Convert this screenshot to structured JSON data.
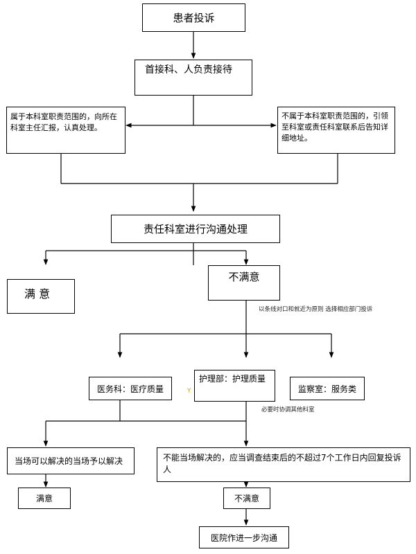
{
  "nodes": {
    "complaint": "患者投诉",
    "first_contact": "首接科、人负责接待",
    "in_scope": "属于本科室职责范围的，向所在科室主任汇报，认真处理。",
    "out_of_scope": "不属于本科室职责范围的，引领至科室或责任科室联系后告知详细地址。",
    "responsible_dept": "责任科室进行沟通处理",
    "satisfied_1": "满 意",
    "dissatisfied_1": "不满意",
    "medical_affairs": "医务科：医疗质量",
    "nursing": "护理部：护理质量",
    "supervision": "监察室：服务类",
    "on_site_solve": "当场可以解决的当场予以解决",
    "cannot_solve": "不能当场解决的，应当调查结束后的不超过7个工作日内回复投诉人",
    "satisfied_2": "满意",
    "dissatisfied_2": "不满意",
    "further_comm": "医院作进一步沟通"
  },
  "annotations": {
    "routing_rule_line1": "以条线对口和就近为原则",
    "routing_rule_line2": "选择相应部门投诉",
    "coordinate": "必要时协调其他科室",
    "stray_mark": "Y"
  }
}
